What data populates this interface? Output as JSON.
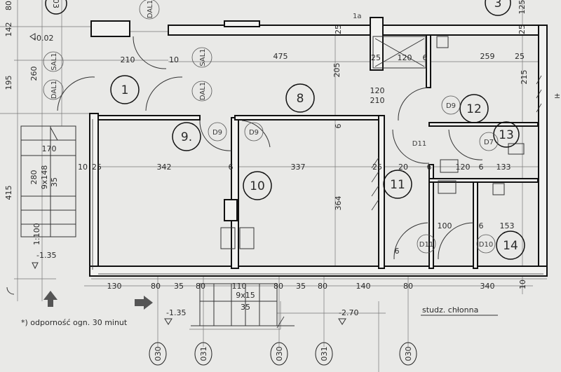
{
  "title": "Floor plan (ground floor)",
  "rooms": [
    "1",
    "8",
    "9.",
    "10",
    "11",
    "12",
    "13",
    "14",
    "3",
    "03"
  ],
  "doors": [
    "SAL1",
    "DAL1",
    "DAL1",
    "SAL1",
    "DAL1",
    "D9",
    "D9",
    "D9",
    "D11",
    "D7",
    "D11",
    "D10"
  ],
  "dims": [
    "210",
    "475",
    "10",
    "205",
    "120",
    "210",
    "25",
    "25",
    "120",
    "6",
    "259",
    "215",
    "25",
    "25",
    "125",
    "342",
    "6",
    "337",
    "6",
    "25",
    "20",
    "6",
    "120",
    "6",
    "133",
    "364",
    "100",
    "6",
    "153",
    "170",
    "280",
    "9x148",
    "35",
    "10",
    "25",
    "415",
    "195",
    "260",
    "142",
    "80",
    "130",
    "80",
    "35",
    "80",
    "110",
    "80",
    "35",
    "80",
    "140",
    "80",
    "340",
    "9x15",
    "35",
    "6",
    "10"
  ],
  "levels": [
    "-0.02",
    "-1.35",
    "-1.35",
    "-2.70",
    "±"
  ],
  "scale": "1:100",
  "axes": [
    "030",
    "031",
    "030",
    "031",
    "030"
  ],
  "notes": {
    "fire_rating": "*) odporność ogn. 30 minut",
    "soakaway": "studz. chłonna",
    "mark_1a": "1a"
  }
}
